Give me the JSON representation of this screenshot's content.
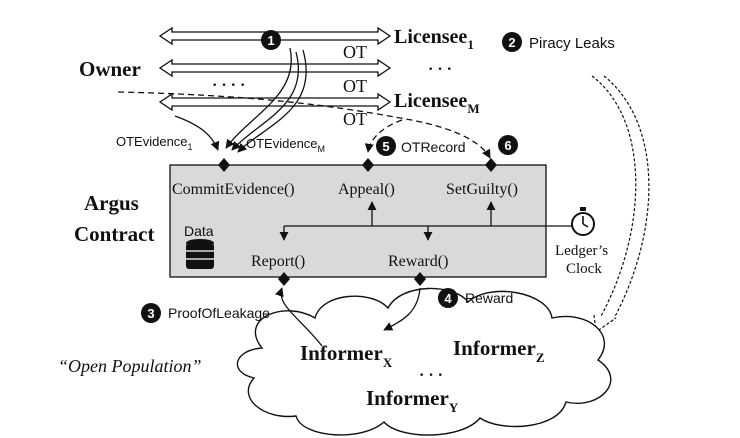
{
  "owner": {
    "label": "Owner"
  },
  "licensees": {
    "licensee_1": {
      "name": "Licensee",
      "sub": "1"
    },
    "licensee_m": {
      "name": "Licensee",
      "sub": "M"
    },
    "ot_labels": [
      "OT",
      "OT",
      "OT"
    ],
    "ellipsis_left": "· · · ·",
    "ellipsis_right": "· · ·"
  },
  "steps": [
    {
      "num": "1",
      "label": ""
    },
    {
      "num": "2",
      "label": "Piracy Leaks"
    },
    {
      "num": "3",
      "label": "ProofOfLeakage"
    },
    {
      "num": "4",
      "label": "Reward"
    },
    {
      "num": "5",
      "label": "OTRecord"
    },
    {
      "num": "6",
      "label": ""
    }
  ],
  "evidence": {
    "ot_evidence_1": {
      "name": "OTEvidence",
      "sub": "1"
    },
    "ot_evidence_m": {
      "name": "OTEvidence",
      "sub": "M"
    }
  },
  "contract": {
    "title_line1": "Argus",
    "title_line2": "Contract",
    "data_label": "Data",
    "functions": {
      "commit": "CommitEvidence()",
      "appeal": "Appeal()",
      "set_guilty": "SetGuilty()",
      "report": "Report()",
      "reward": "Reward()"
    },
    "box_color": "#d9d9d9"
  },
  "clock": {
    "line1": "Ledger’s",
    "line2": "Clock"
  },
  "population": {
    "caption": "“Open Population”",
    "informer_x": {
      "name": "Informer",
      "sub": "X"
    },
    "informer_z": {
      "name": "Informer",
      "sub": "Z"
    },
    "informer_y": {
      "name": "Informer",
      "sub": "Y"
    },
    "ellipsis": "· · ·"
  }
}
